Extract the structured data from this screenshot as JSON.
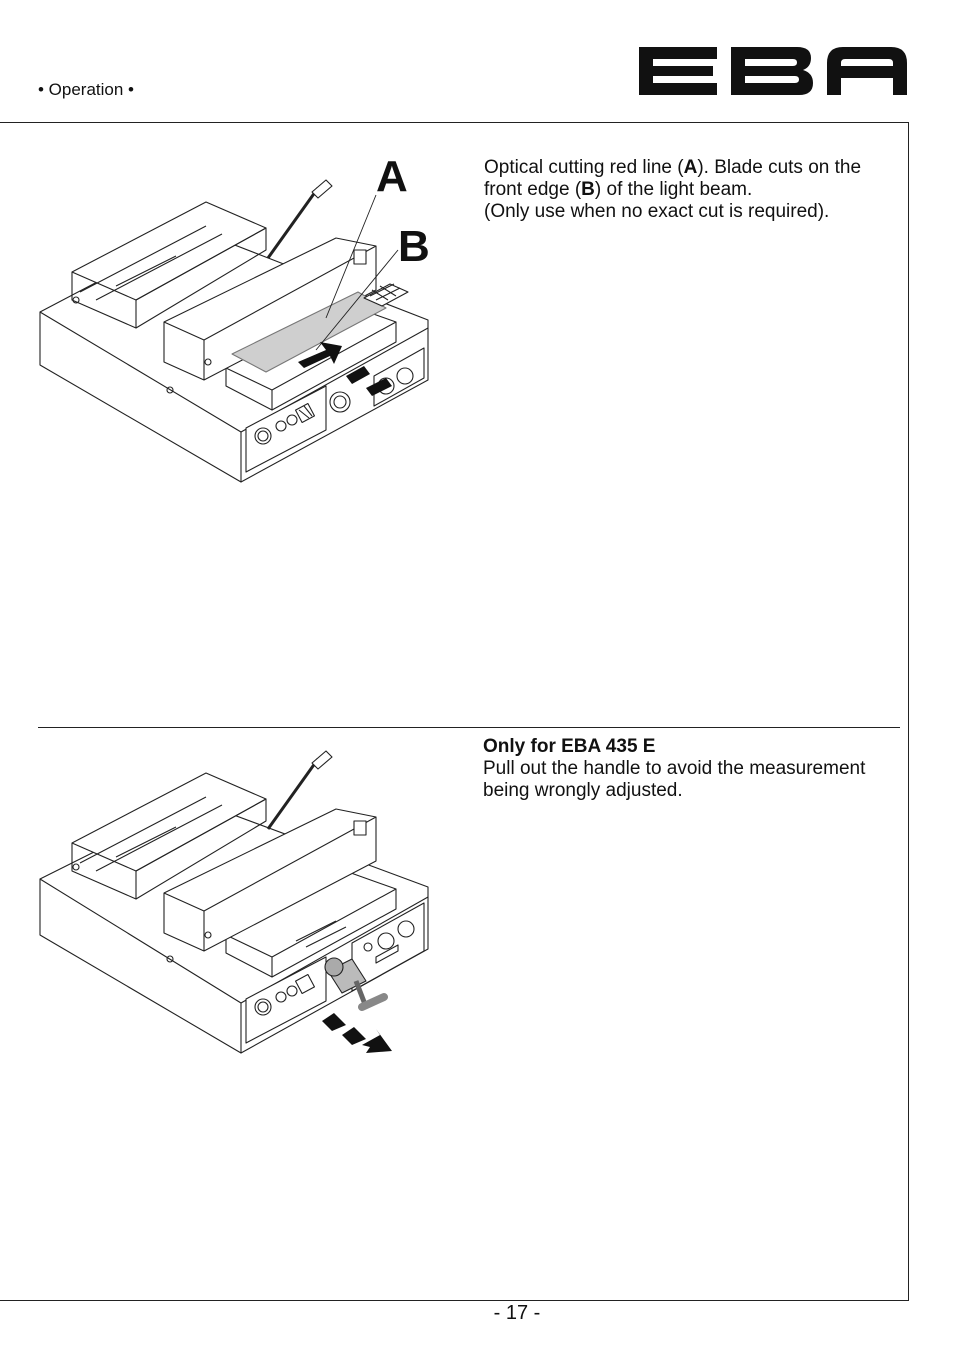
{
  "header": {
    "section_label": "• Operation •",
    "logo_text": "EBA"
  },
  "section1": {
    "text_line1_pre": "Optical cutting red line (",
    "text_line1_bold": "A",
    "text_line1_mid": "). Blade cuts on the front edge (",
    "text_line1_bold2": "B",
    "text_line1_post": ") of the light beam.",
    "text_line2": "(Only use when no exact cut is required).",
    "callout_a": "A",
    "callout_b": "B"
  },
  "section2": {
    "title": "Only for EBA 435 E",
    "body": "Pull out the handle to avoid the measurement being wrongly adjusted."
  },
  "footer": {
    "page_number": "- 17 -"
  }
}
